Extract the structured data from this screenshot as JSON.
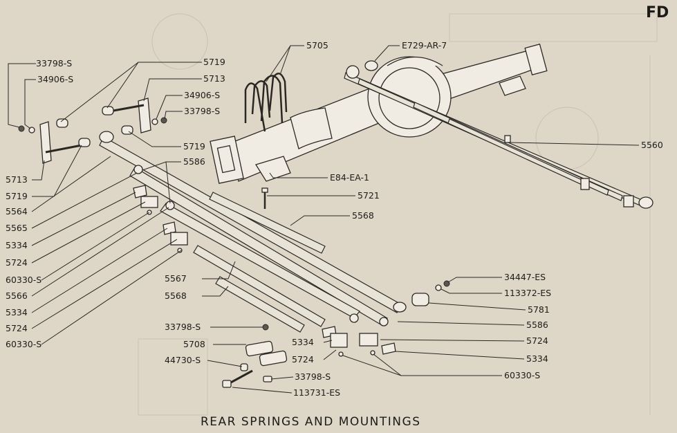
{
  "page": {
    "corner_code": "FD",
    "title": "REAR SPRINGS AND MOUNTINGS"
  },
  "callouts": [
    "33798-S",
    "34906-S",
    "5719",
    "5713",
    "34906-S",
    "33798-S",
    "5719",
    "5713",
    "5719",
    "5564",
    "5565",
    "5334",
    "5724",
    "60330-S",
    "5566",
    "5334",
    "5724",
    "60330-S",
    "5705",
    "E729-AR-7",
    "5560",
    "5586",
    "E84-EA-1",
    "5721",
    "5568",
    "5567",
    "5568",
    "33798-S",
    "5708",
    "44730-S",
    "33798-S",
    "113731-ES",
    "34447-ES",
    "113372-ES",
    "5781",
    "5586",
    "5334",
    "5724",
    "5724",
    "5334",
    "60330-S"
  ]
}
